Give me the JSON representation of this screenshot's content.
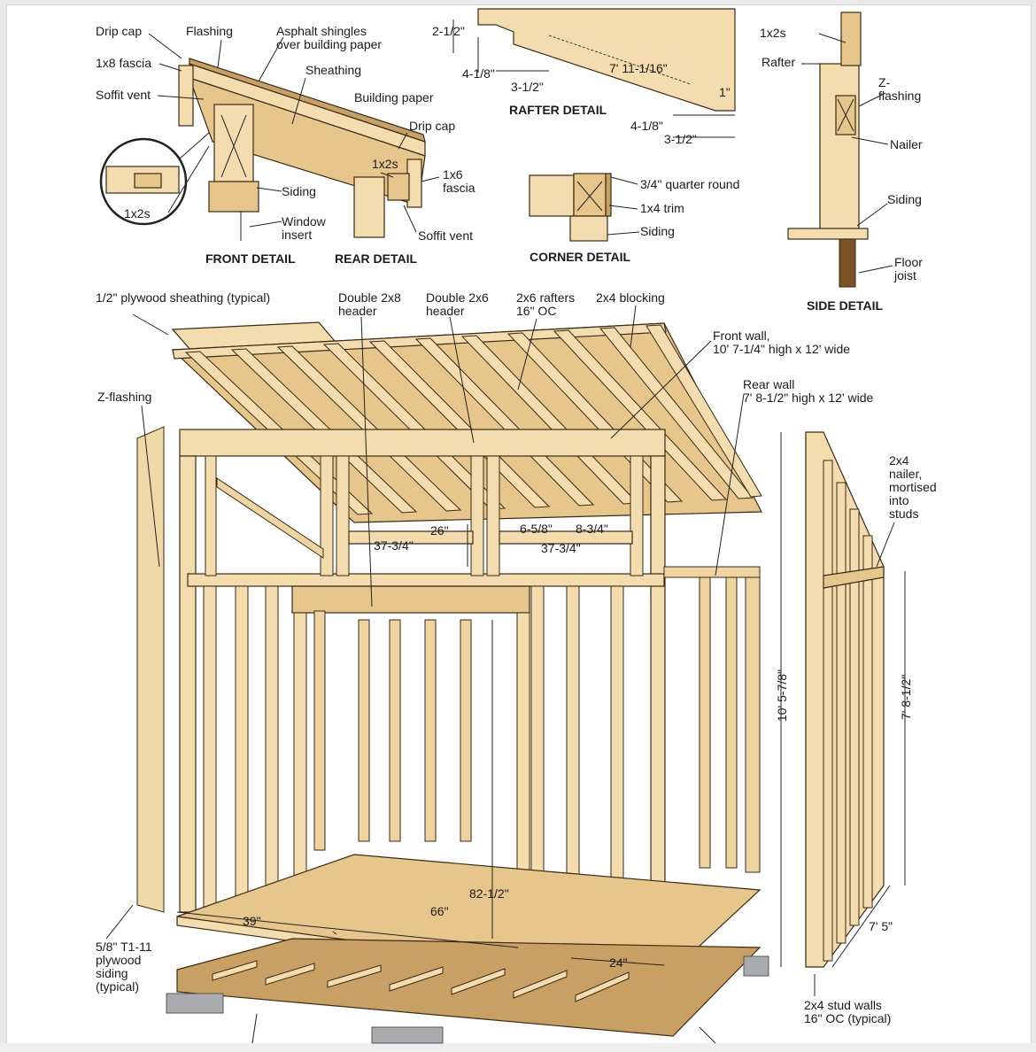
{
  "detail_titles": {
    "front": "FRONT DETAIL",
    "rear": "REAR DETAIL",
    "rafter": "RAFTER DETAIL",
    "corner": "CORNER DETAIL",
    "side": "SIDE DETAIL"
  },
  "front_detail": {
    "drip_cap": "Drip cap",
    "flashing": "Flashing",
    "asphalt": "Asphalt shingles\nover building paper",
    "fascia_1x8": "1x8 fascia",
    "sheathing": "Sheathing",
    "soffit_vent": "Soffit vent",
    "building_paper": "Building paper",
    "inset_1x2s": "1x2s",
    "siding": "Siding",
    "window_insert": "Window\ninsert"
  },
  "rear_detail": {
    "drip_cap": "Drip cap",
    "nailer_1x2s": "1x2s",
    "fascia_1x6": "1x6\nfascia",
    "soffit_vent": "Soffit vent"
  },
  "rafter_detail": {
    "dim_2_1_2": "2-1/2\"",
    "dim_4_1_8_a": "4-1/8\"",
    "dim_3_1_2_a": "3-1/2\"",
    "dim_length": "7' 11-1/16\"",
    "dim_1": "1\"",
    "dim_4_1_8_b": "4-1/8\"",
    "dim_3_1_2_b": "3-1/2\""
  },
  "corner_detail": {
    "quarter_round": "3/4\" quarter round",
    "trim": "1x4 trim",
    "siding": "Siding"
  },
  "side_detail": {
    "top_1x2s": "1x2s",
    "rafter": "Rafter",
    "z_flashing": "Z-\nflashing",
    "nailer": "Nailer",
    "siding": "Siding",
    "floor_joist": "Floor\njoist"
  },
  "main": {
    "plywood_sheathing": "1/2\" plywood sheathing (typical)",
    "double_2x8": "Double 2x8\nheader",
    "double_2x6": "Double 2x6\nheader",
    "rafters": "2x6 rafters\n16\" OC",
    "blocking": "2x4 blocking",
    "front_wall": "Front wall,\n10' 7-1/4\" high x 12' wide",
    "rear_wall": "Rear wall\n7' 8-1/2\" high x 12' wide",
    "z_flashing": "Z-flashing",
    "nailer_2x4": "2x4\nnailer,\nmortised\ninto\nstuds",
    "dim_26": "26\"",
    "dim_6_5_8": "6-5/8\"",
    "dim_8_3_4": "8-3/4\"",
    "dim_37_3_4_a": "37-3/4\"",
    "dim_37_3_4_b": "37-3/4\"",
    "dim_10_5_7_8": "10' 5-7/8\"",
    "dim_7_8_1_2": "7' 8-1/2\"",
    "dim_82_1_2": "82-1/2\"",
    "dim_39": "39\"",
    "dim_66": "66\"",
    "dim_24": "24\"",
    "dim_7_5": "7' 5\"",
    "t111": "5/8\" T1-11\nplywood\nsiding\n(typical)",
    "stud_walls": "2x4 stud walls\n16\" OC (typical)"
  },
  "colors": {
    "wood_light": "#f3dcae",
    "wood_mid": "#e7c68b",
    "wood_dark": "#c9a063",
    "outline": "#3a2a14",
    "ground_block": "#a9abae"
  }
}
